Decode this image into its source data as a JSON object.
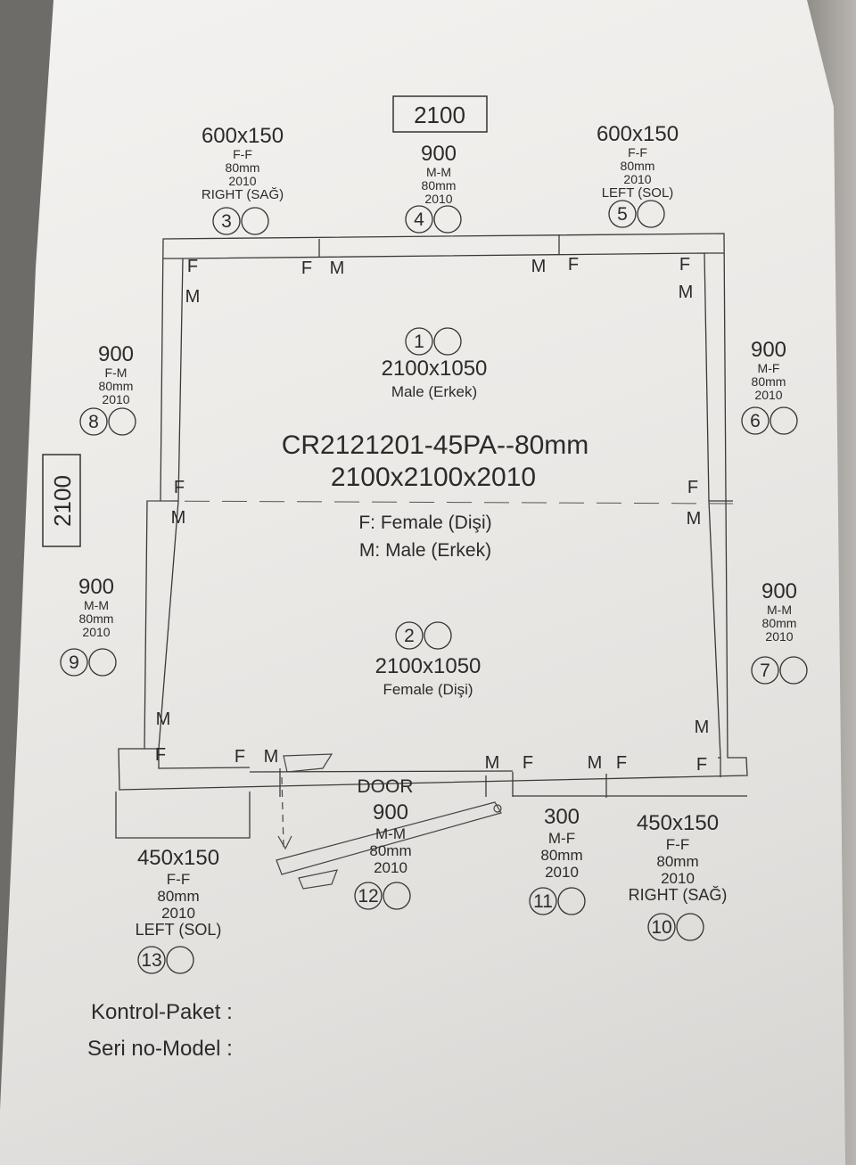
{
  "model": {
    "code": "CR2121201-45PA--80mm",
    "dimensions": "2100x2100x2010"
  },
  "width_box": "2100",
  "depth_box": "2100",
  "legend": {
    "female": "F: Female (Dişi)",
    "male": "M: Male (Erkek)"
  },
  "door_label": "DOOR",
  "floor_panels": [
    {
      "num": "1",
      "size": "2100x1050",
      "type": "Male (Erkek)"
    },
    {
      "num": "2",
      "size": "2100x1050",
      "type": "Female (Dişi)"
    }
  ],
  "panels": [
    {
      "num": "3",
      "size": "600x150",
      "joint": "F-F",
      "thickness": "80mm",
      "height": "2010",
      "side": "RIGHT (SAĞ)"
    },
    {
      "num": "4",
      "size": "900",
      "joint": "M-M",
      "thickness": "80mm",
      "height": "2010"
    },
    {
      "num": "5",
      "size": "600x150",
      "joint": "F-F",
      "thickness": "80mm",
      "height": "2010",
      "side": "LEFT (SOL)"
    },
    {
      "num": "6",
      "size": "900",
      "joint": "M-F",
      "thickness": "80mm",
      "height": "2010"
    },
    {
      "num": "7",
      "size": "900",
      "joint": "M-M",
      "thickness": "80mm",
      "height": "2010"
    },
    {
      "num": "8",
      "size": "900",
      "joint": "F-M",
      "thickness": "80mm",
      "height": "2010"
    },
    {
      "num": "9",
      "size": "900",
      "joint": "M-M",
      "thickness": "80mm",
      "height": "2010"
    },
    {
      "num": "10",
      "size": "450x150",
      "joint": "F-F",
      "thickness": "80mm",
      "height": "2010",
      "side": "RIGHT (SAĞ)"
    },
    {
      "num": "11",
      "size": "300",
      "joint": "M-F",
      "thickness": "80mm",
      "height": "2010"
    },
    {
      "num": "12",
      "size": "900",
      "joint": "M-M",
      "thickness": "80mm",
      "height": "2010"
    },
    {
      "num": "13",
      "size": "450x150",
      "joint": "F-F",
      "thickness": "80mm",
      "height": "2010",
      "side": "LEFT (SOL)"
    }
  ],
  "marks": {
    "female": "F",
    "male": "M"
  },
  "footer": {
    "control_package": "Kontrol-Paket :",
    "serial_model": "Seri no-Model :"
  },
  "colors": {
    "paper": "#eceae7",
    "ink": "#2b2b2b",
    "background": "#6e6c69"
  }
}
